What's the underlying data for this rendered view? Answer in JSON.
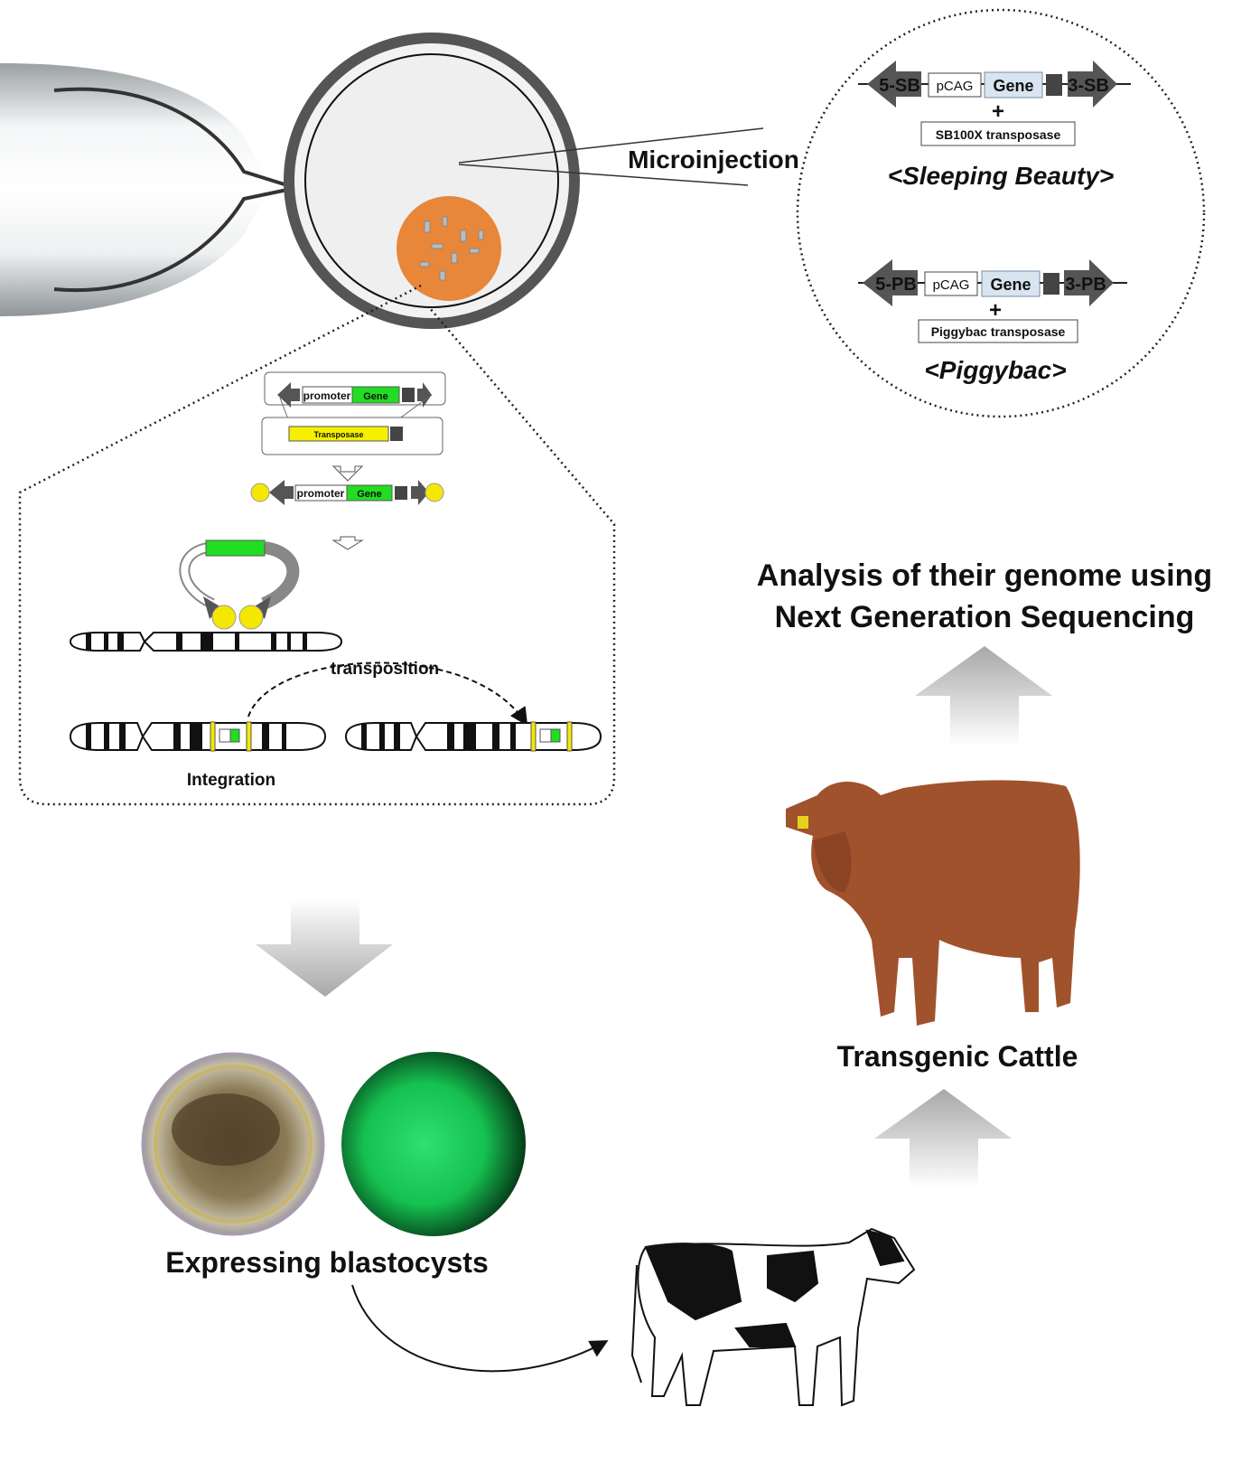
{
  "microinjection": {
    "label": "Microinjection"
  },
  "sleeping_beauty": {
    "left_arm": "5-SB",
    "promoter": "pCAG",
    "gene": "Gene",
    "right_arm": "3-SB",
    "plus": "+",
    "transposase": "SB100X transposase",
    "title": "<Sleeping Beauty>"
  },
  "piggybac": {
    "left_arm": "5-PB",
    "promoter": "pCAG",
    "gene": "Gene",
    "right_arm": "3-PB",
    "plus": "+",
    "transposase": "Piggybac transposase",
    "title": "<Piggybac>"
  },
  "mechanism": {
    "promoter": "promoter",
    "gene": "Gene",
    "transposase": "Transposase",
    "transposition": "transposition",
    "integration": "Integration"
  },
  "blastocysts": {
    "label": "Expressing blastocysts"
  },
  "cattle": {
    "label": "Transgenic Cattle"
  },
  "analysis": {
    "line1": "Analysis of their genome using",
    "line2": "Next Generation Sequencing"
  },
  "colors": {
    "gene_green": "#22dd22",
    "transposase_yellow": "#f5f000",
    "arm_gray": "#555555",
    "nucleus_orange": "#e8863a",
    "gfp_green": "#1fd060",
    "cow_brown": "#a0522d"
  }
}
